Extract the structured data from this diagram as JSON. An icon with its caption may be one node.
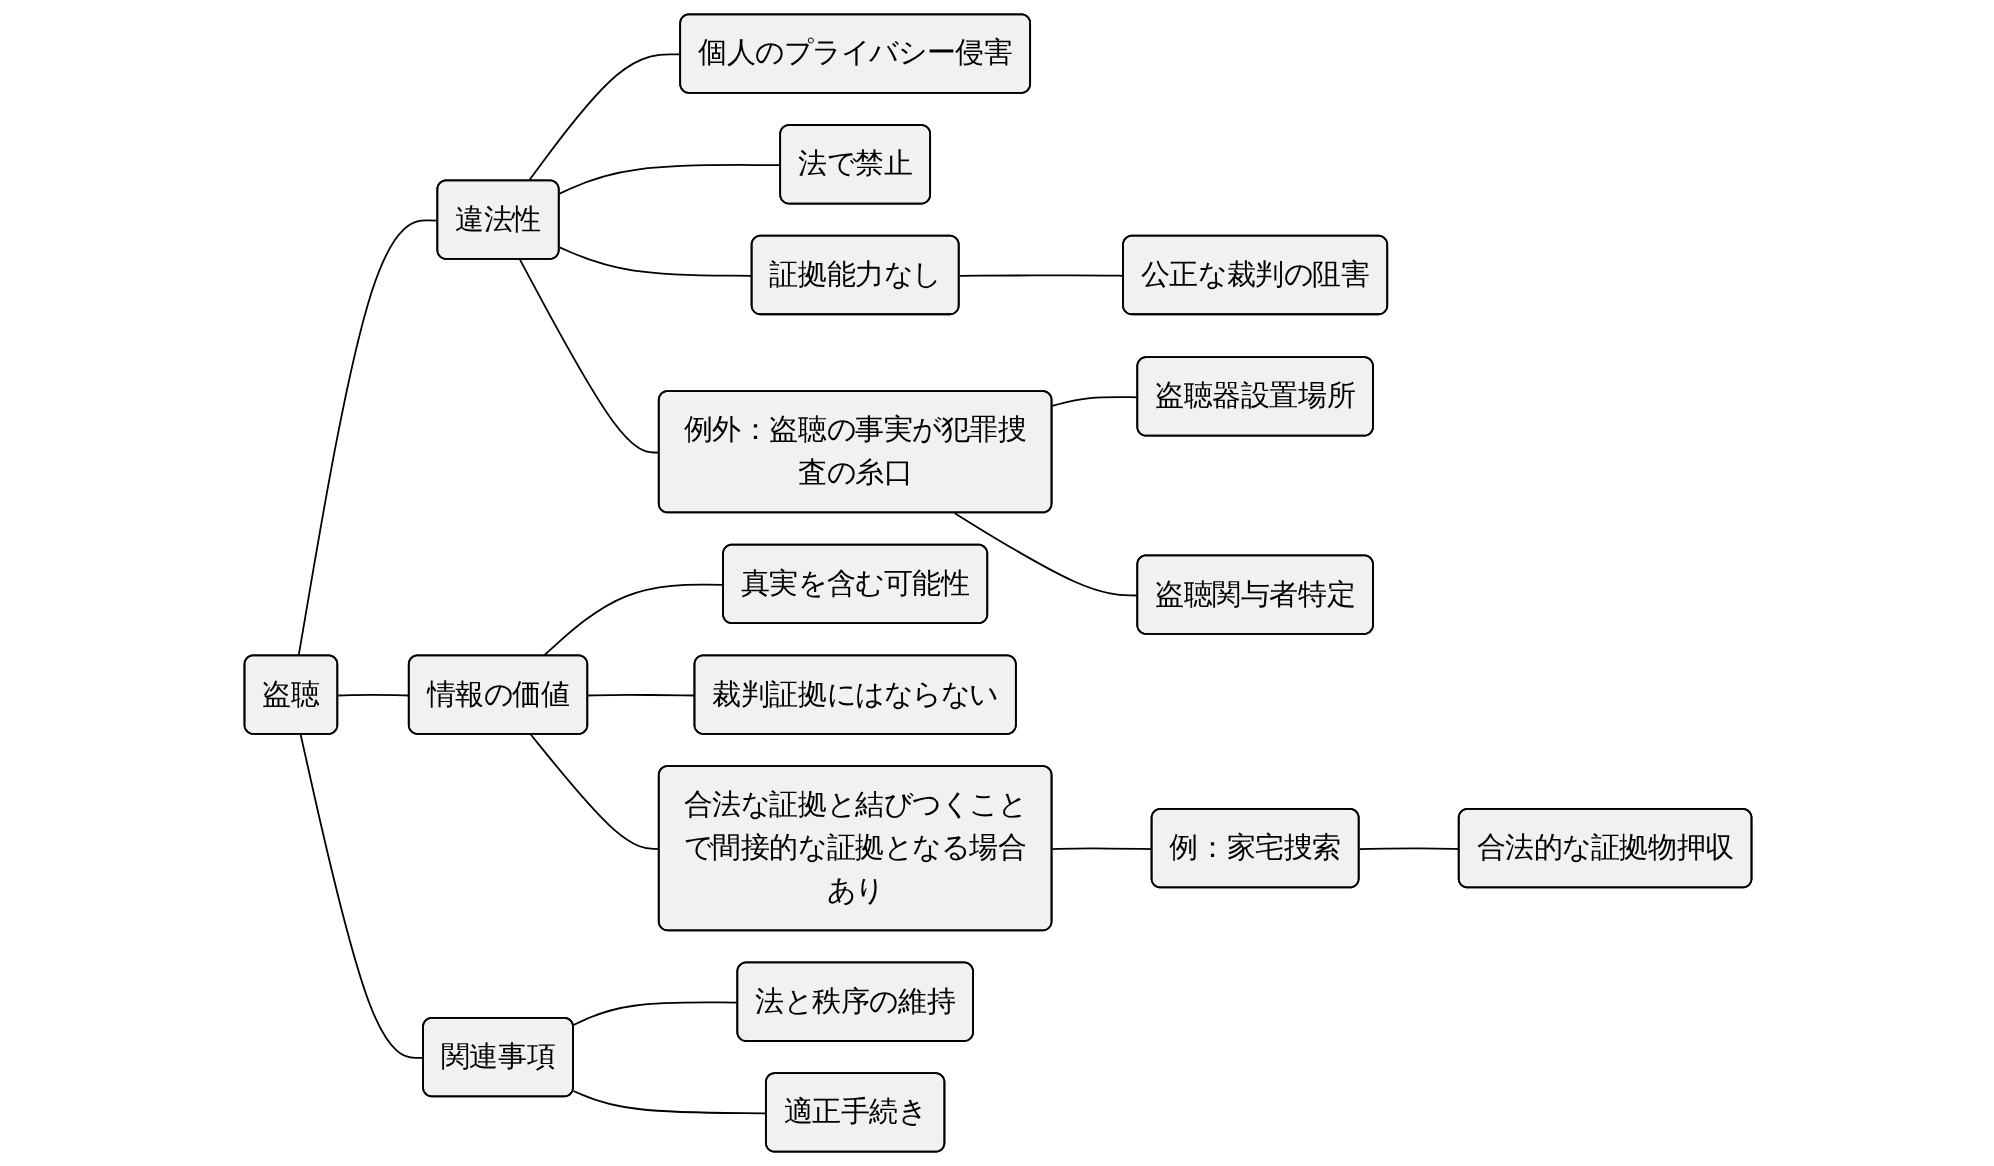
{
  "diagram": {
    "nodes": [
      {
        "text": [
          "盗聴"
        ]
      },
      {
        "text": [
          "違法性"
        ]
      },
      {
        "text": [
          "個人のプライバシー侵害"
        ]
      },
      {
        "text": [
          "法で禁止"
        ]
      },
      {
        "text": [
          "証拠能力なし"
        ]
      },
      {
        "text": [
          "公正な裁判の阻害"
        ]
      },
      {
        "text": [
          "例外：盗聴の事実が犯罪捜査の糸口"
        ]
      },
      {
        "text": [
          "盗聴器設置場所"
        ]
      },
      {
        "text": [
          "盗聴関与者特定"
        ]
      },
      {
        "text": [
          "情報の価値"
        ]
      },
      {
        "text": [
          "真実を含む可能性"
        ]
      },
      {
        "text": [
          "裁判証拠にはならない"
        ]
      },
      {
        "text": [
          "合法な証拠と結びつくことで間接的な証拠となる場合あり"
        ]
      },
      {
        "text": [
          "例：家宅捜索"
        ]
      },
      {
        "text": [
          "合法的な証拠物押収"
        ]
      },
      {
        "text": [
          "関連事項"
        ]
      },
      {
        "text": [
          "法と秩序の維持"
        ]
      },
      {
        "text": [
          "適正手続き"
        ]
      }
    ],
    "edges": [
      {
        "from": 0,
        "to": 1,
        "arrow": "none"
      },
      {
        "from": 1,
        "to": 2,
        "arrow": "none"
      },
      {
        "from": 1,
        "to": 3,
        "arrow": "none"
      },
      {
        "from": 1,
        "to": 4,
        "arrow": "none"
      },
      {
        "from": 4,
        "to": 5,
        "arrow": "none"
      },
      {
        "from": 1,
        "to": 6,
        "arrow": "none"
      },
      {
        "from": 6,
        "to": 7,
        "arrow": "none"
      },
      {
        "from": 6,
        "to": 8,
        "arrow": "none"
      },
      {
        "from": 0,
        "to": 9,
        "arrow": "none"
      },
      {
        "from": 9,
        "to": 10,
        "arrow": "none"
      },
      {
        "from": 9,
        "to": 11,
        "arrow": "none"
      },
      {
        "from": 9,
        "to": 12,
        "arrow": "none"
      },
      {
        "from": 12,
        "to": 13,
        "arrow": "none"
      },
      {
        "from": 13,
        "to": 14,
        "arrow": "none"
      },
      {
        "from": 0,
        "to": 15,
        "arrow": "none"
      },
      {
        "from": 15,
        "to": 16,
        "arrow": "none"
      },
      {
        "from": 15,
        "to": 17,
        "arrow": "none"
      }
    ]
  }
}
